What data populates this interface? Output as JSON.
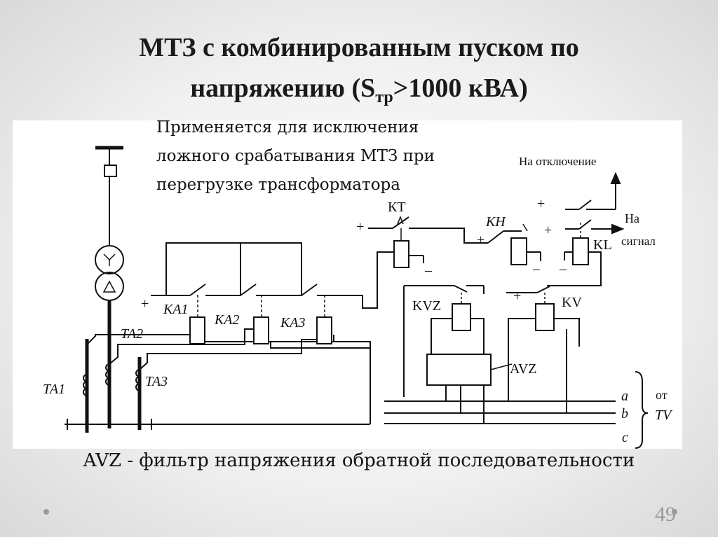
{
  "slide": {
    "title_line1": "МТЗ с комбинированным пуском по",
    "title_line2_pre": "напряжению (S",
    "title_line2_sub": "тр",
    "title_line2_post": ">1000 кВА)",
    "note": "Применяется для исключения\nложного срабатывания МТЗ при\nперегрузке трансформатора",
    "caption": "AVZ - фильтр напряжения обратной последовательности",
    "page_number": "49"
  },
  "diagram": {
    "labels": {
      "trip": "На отключение",
      "signal_1": "На",
      "signal_2": "сигнал",
      "kt": "КТ",
      "kh": "КН",
      "kl": "KL",
      "kvz": "KVZ",
      "kv": "KV",
      "avz": "AVZ",
      "ka1": "КА1",
      "ka2": "КА2",
      "ka3": "КА3",
      "ta1": "ТА1",
      "ta2": "ТА2",
      "ta3": "ТА3",
      "phase_a": "a",
      "phase_b": "b",
      "phase_c": "c",
      "from_1": "от",
      "from_2": "TV",
      "plus": "+",
      "minus": "–"
    }
  }
}
